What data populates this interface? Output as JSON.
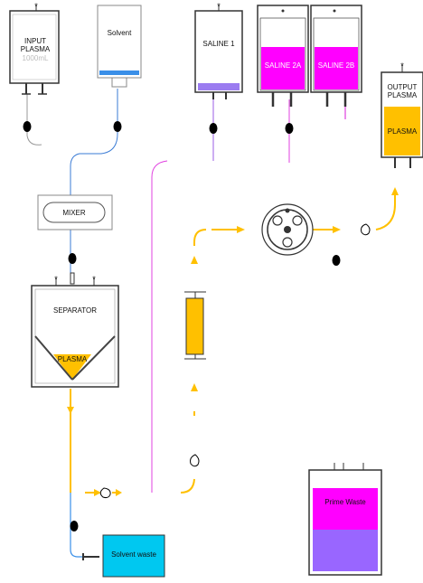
{
  "colors": {
    "tubing_blue": "#3a7bd5",
    "tubing_purple": "#9b5de5",
    "tubing_magenta": "#e040e0",
    "tubing_yellow": "#ffc000",
    "bag_magenta": "#ff00ff",
    "bag_purple": "#9966ff",
    "bag_cyan": "#00c8f0",
    "plasma_yellow": "#ffc000",
    "solvent_blue": "#3a8fe8",
    "saline_purple": "#9b7cf0",
    "outline": "#333333"
  },
  "bags": {
    "input_plasma": {
      "line1": "INPUT",
      "line2": "PLASMA",
      "volume": "1000mL"
    },
    "solvent": {
      "label": "Solvent"
    },
    "saline_1": {
      "label": "SALINE 1"
    },
    "saline_2a": {
      "label": "SALINE 2A"
    },
    "saline_2b": {
      "label": "SALINE 2B"
    },
    "output_plasma": {
      "line1": "OUTPUT",
      "line2": "PLASMA",
      "fill_label": "PLASMA"
    },
    "prime_waste": {
      "label": "Prime Waste"
    },
    "solvent_waste": {
      "label": "Solvent waste"
    }
  },
  "components": {
    "mixer": {
      "label": "MIXER"
    },
    "separator": {
      "label": "SEPARATOR",
      "plasma_label": "PLASMA"
    }
  }
}
